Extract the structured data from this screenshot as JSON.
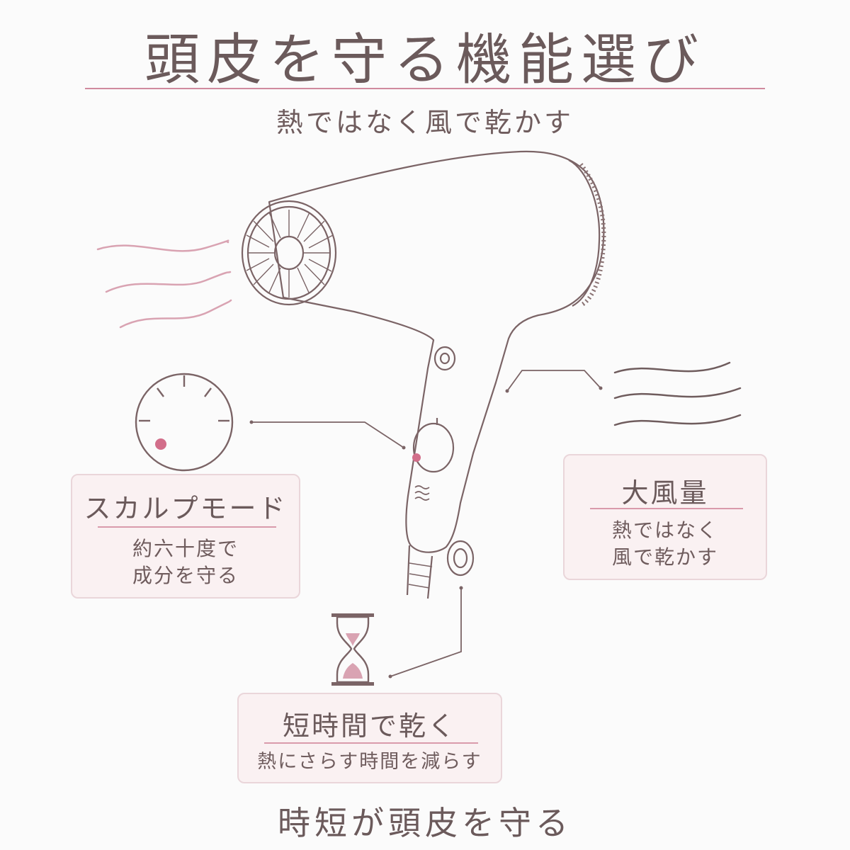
{
  "header": {
    "title": "頭皮を守る機能選び",
    "subtitle": "熱ではなく風で乾かす"
  },
  "cards": {
    "scalp": {
      "title": "スカルプモード",
      "line1": "約六十度で",
      "line2": "成分を守る"
    },
    "airflow": {
      "title": "大風量",
      "line1": "熱ではなく",
      "line2": "風で乾かす"
    },
    "quick": {
      "title": "短時間で乾く",
      "line1": "熱にさらす時間を減らす"
    }
  },
  "footer": {
    "text": "時短が頭皮を守る"
  },
  "icons": [
    "hair-dryer-icon",
    "temperature-dial-icon",
    "hourglass-icon",
    "airflow-wave-icon"
  ],
  "colors": {
    "accent": "#d26e8a",
    "line": "#7b6466",
    "card_bg": "#faf1f2",
    "card_border": "#ead6da"
  }
}
